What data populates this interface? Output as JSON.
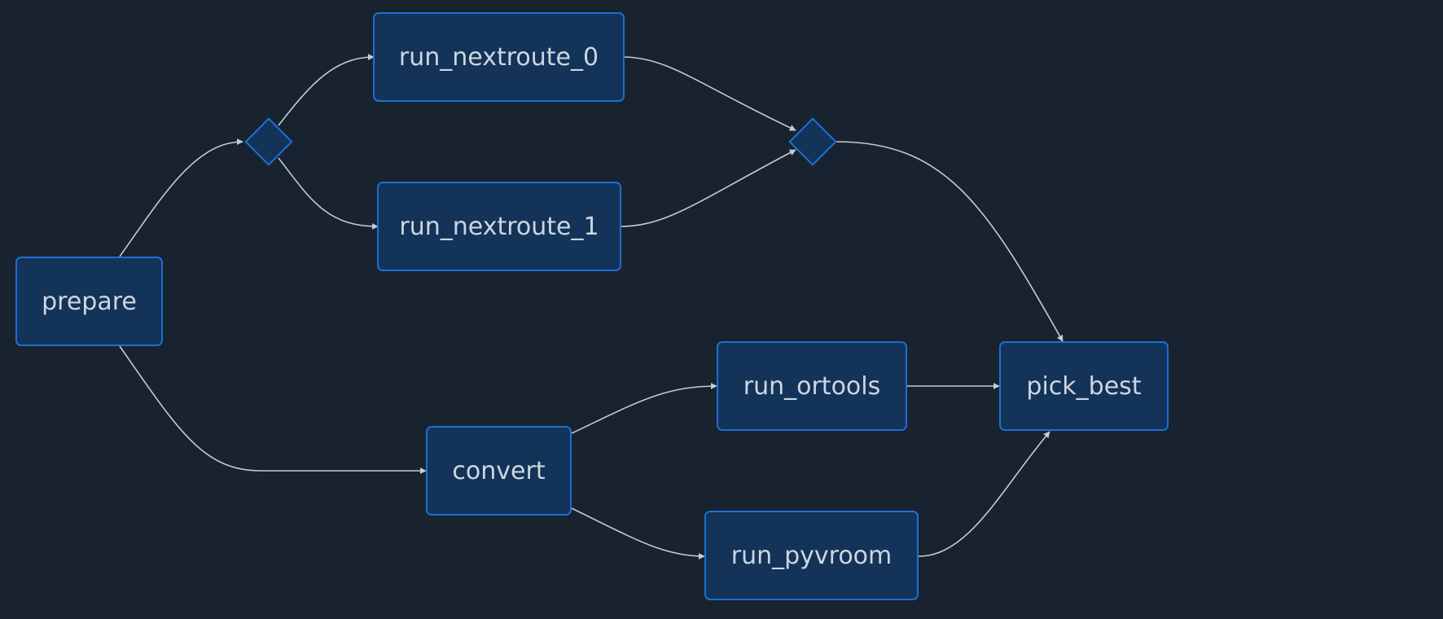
{
  "diagram": {
    "nodes": {
      "prepare": "prepare",
      "run_nextroute_0": "run_nextroute_0",
      "run_nextroute_1": "run_nextroute_1",
      "convert": "convert",
      "run_ortools": "run_ortools",
      "run_pyvroom": "run_pyvroom",
      "pick_best": "pick_best"
    },
    "gateways": [
      "fork",
      "join"
    ],
    "edges": [
      {
        "from": "prepare",
        "to": "fork"
      },
      {
        "from": "fork",
        "to": "run_nextroute_0"
      },
      {
        "from": "fork",
        "to": "run_nextroute_1"
      },
      {
        "from": "run_nextroute_0",
        "to": "join"
      },
      {
        "from": "run_nextroute_1",
        "to": "join"
      },
      {
        "from": "join",
        "to": "pick_best"
      },
      {
        "from": "prepare",
        "to": "convert"
      },
      {
        "from": "convert",
        "to": "run_ortools"
      },
      {
        "from": "convert",
        "to": "run_pyvroom"
      },
      {
        "from": "run_ortools",
        "to": "pick_best"
      },
      {
        "from": "run_pyvroom",
        "to": "pick_best"
      }
    ]
  },
  "colors": {
    "background": "#18232f",
    "node_fill": "#133358",
    "node_border": "#1c6fd6",
    "node_text": "#cdd6e2",
    "edge": "#c3cbd6"
  }
}
